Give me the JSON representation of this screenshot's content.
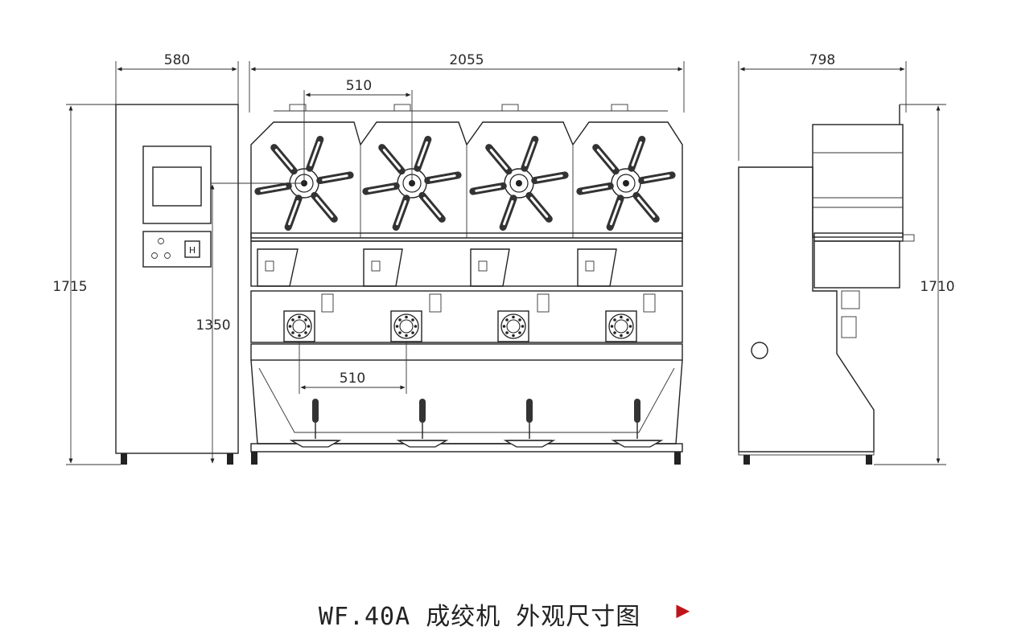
{
  "dimensions": {
    "cabinet_width": "580",
    "machine_width": "2055",
    "side_depth": "798",
    "spindle_pitch_top": "510",
    "spindle_pitch_bottom": "510",
    "cabinet_height": "1715",
    "panel_height": "1350",
    "side_height": "1710"
  },
  "caption": {
    "title": "WF.40A 成绞机 外观尺寸图",
    "arrow": "▶",
    "arrow_color": "#c0141b"
  }
}
